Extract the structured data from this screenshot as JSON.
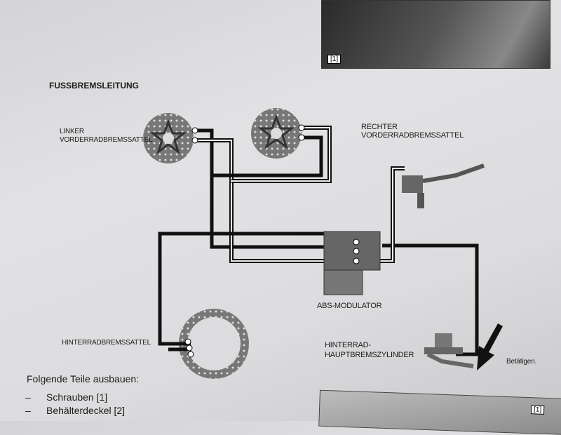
{
  "photo_top": {
    "callout": "[1]"
  },
  "photo_bottom": {
    "callout": "[1]"
  },
  "diagram": {
    "title": "FUSSBREMSLEITUNG",
    "labels": {
      "left_front_caliper": [
        "LINKER",
        "VORDERRADBREMSSATTEL"
      ],
      "right_front_caliper": [
        "RECHTER",
        "VORDERRADBREMSSATTEL"
      ],
      "abs_modulator": "ABS-MODULATOR",
      "rear_caliper": "HINTERRADBREMSSATTEL",
      "rear_master_cylinder": [
        "HINTERRAD-",
        "HAUPTBREMSZYLINDER"
      ],
      "actuate": "Betätigen."
    }
  },
  "instructions": {
    "heading": "Folgende Teile ausbauen:",
    "items": [
      "Schrauben [1]",
      "Behälterdeckel [2]"
    ]
  }
}
